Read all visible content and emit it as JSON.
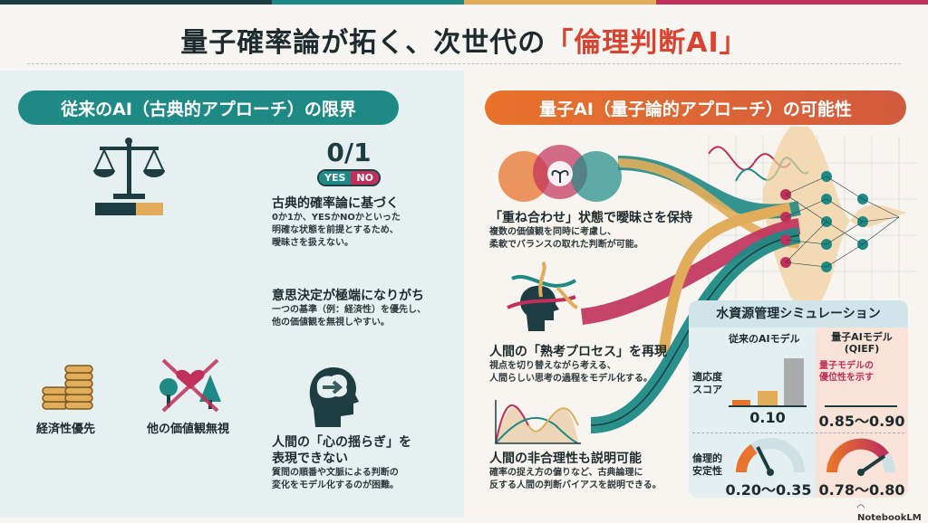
{
  "title": {
    "main": "量子確率論が拓く、次世代の",
    "highlight": "「倫理判断AI」"
  },
  "colors": {
    "teal": "#1f8a85",
    "orange": "#e8732c",
    "pink": "#c0305a",
    "gold": "#e2ad5a",
    "dark": "#1e3d43"
  },
  "left": {
    "header": "従来のAI（古典的アプローチ）の限界",
    "binary": {
      "value": "0/1",
      "yes": "YES",
      "no": "NO"
    },
    "points": [
      {
        "title": "古典的確率論に基づく",
        "body": [
          "0か1か、YESかNOかといった",
          "明確な状態を前提とするため、",
          "曖昧さを扱えない。"
        ]
      },
      {
        "title": "意思決定が極端になりがち",
        "body": [
          "一つの基準（例：経済性）を優先し、",
          "他の価値観を無視しやすい。"
        ]
      },
      {
        "title": [
          "人間の「心の揺らぎ」を",
          "表現できない"
        ],
        "body": [
          "質問の順番や文脈による判断の",
          "変化をモデル化するのが困難。"
        ]
      }
    ],
    "icon_labels": {
      "economy": "経済性優先",
      "ignore": "他の価値観無視"
    }
  },
  "right": {
    "header": "量子AI（量子論的アプローチ）の可能性",
    "points": [
      {
        "title": "「重ね合わせ」状態で曖昧さを保持",
        "body": [
          "複数の価値観を同時に考慮し、",
          "柔軟でバランスの取れた判断が可能。"
        ]
      },
      {
        "title": "人間の「熟考プロセス」を再現",
        "body": [
          "視点を切り替えながら考える、",
          "人間らしい思考の過程をモデル化する。"
        ]
      },
      {
        "title": "人間の非合理性も説明可能",
        "body": [
          "確率の捉え方の偏りなど、古典論理に",
          "反する人間の判断バイアスを説明できる。"
        ]
      }
    ]
  },
  "simulation": {
    "title": "水資源管理シミュレーション",
    "col_classic": "従来のAIモデル",
    "col_quantum": [
      "量子AIモデル",
      "(QIEF)"
    ],
    "row_adapt": [
      "適応度",
      "スコア"
    ],
    "row_ethic": [
      "倫理的",
      "安定性"
    ],
    "note": [
      "量子モデルの",
      "優位性を示す"
    ],
    "adapt_classic": "0.10",
    "adapt_quantum": "0.85〜0.90",
    "ethic_classic": "0.20〜0.35",
    "ethic_quantum": "0.78〜0.80",
    "gauge_classic_fraction": 0.3,
    "gauge_quantum_fraction": 0.8
  },
  "brand": "NotebookLM"
}
